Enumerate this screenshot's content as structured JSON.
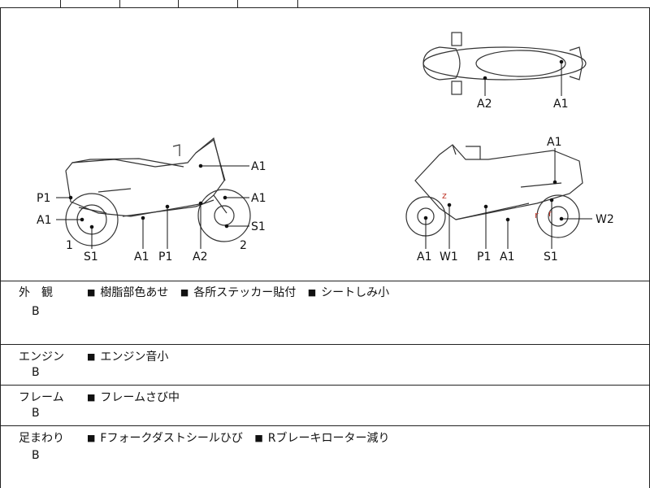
{
  "diagram": {
    "side_left_labels": {
      "a1_front": "A1",
      "a1_fork": "A1",
      "s1_front": "S1",
      "p1_rear": "P1",
      "a1_rear": "A1",
      "bottom_1": "1",
      "bottom_s1": "S1",
      "bottom_a1": "A1",
      "bottom_p1": "P1",
      "bottom_a2": "A2",
      "bottom_2": "2"
    },
    "top_labels": {
      "a2": "A2",
      "a1": "A1"
    },
    "side_right_labels": {
      "a1_top": "A1",
      "w2": "W2",
      "bottom_a1": "A1",
      "bottom_w1": "W1",
      "bottom_p1": "P1",
      "bottom_a1b": "A1",
      "bottom_s1": "S1"
    }
  },
  "rows": [
    {
      "category": "外　観",
      "grade": "B",
      "items": [
        "樹脂部色あせ",
        "各所ステッカー貼付",
        "シートしみ小"
      ]
    },
    {
      "category": "エンジン",
      "grade": "B",
      "items": [
        "エンジン音小"
      ]
    },
    {
      "category": "フレーム",
      "grade": "B",
      "items": [
        "フレームさび中"
      ]
    },
    {
      "category": "足まわり",
      "grade": "B",
      "items": [
        "Fフォークダストシールひび",
        "Rブレーキローター減り"
      ]
    }
  ],
  "bullet_symbol": "■"
}
